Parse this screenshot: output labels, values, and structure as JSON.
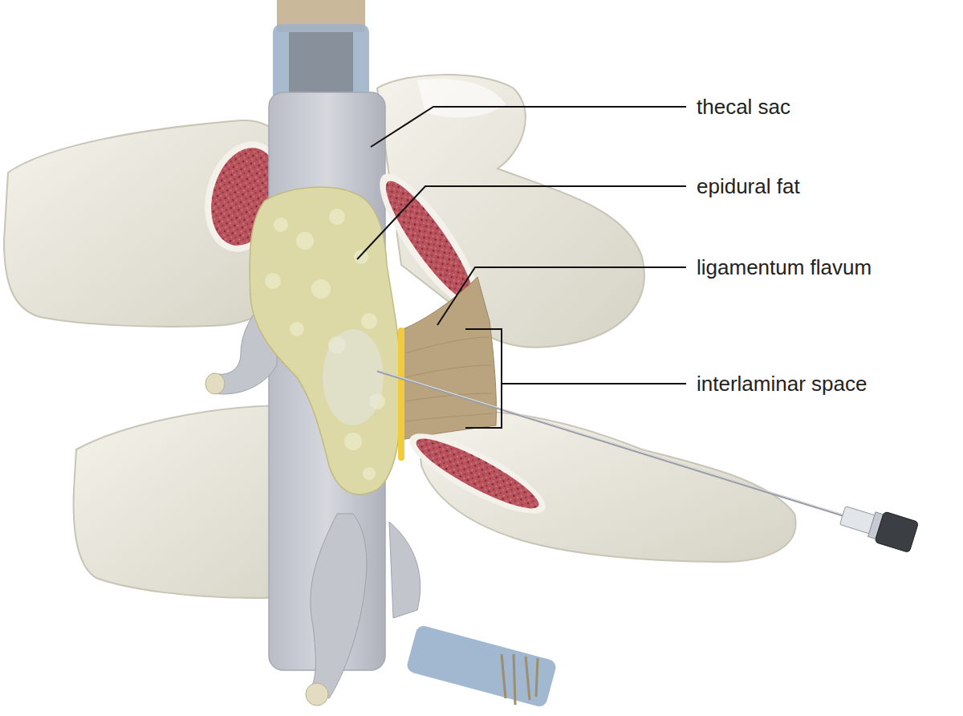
{
  "diagram": {
    "labels": [
      "thecal sac",
      "epidural fat",
      "ligamentum flavum",
      "interlaminar space"
    ]
  }
}
